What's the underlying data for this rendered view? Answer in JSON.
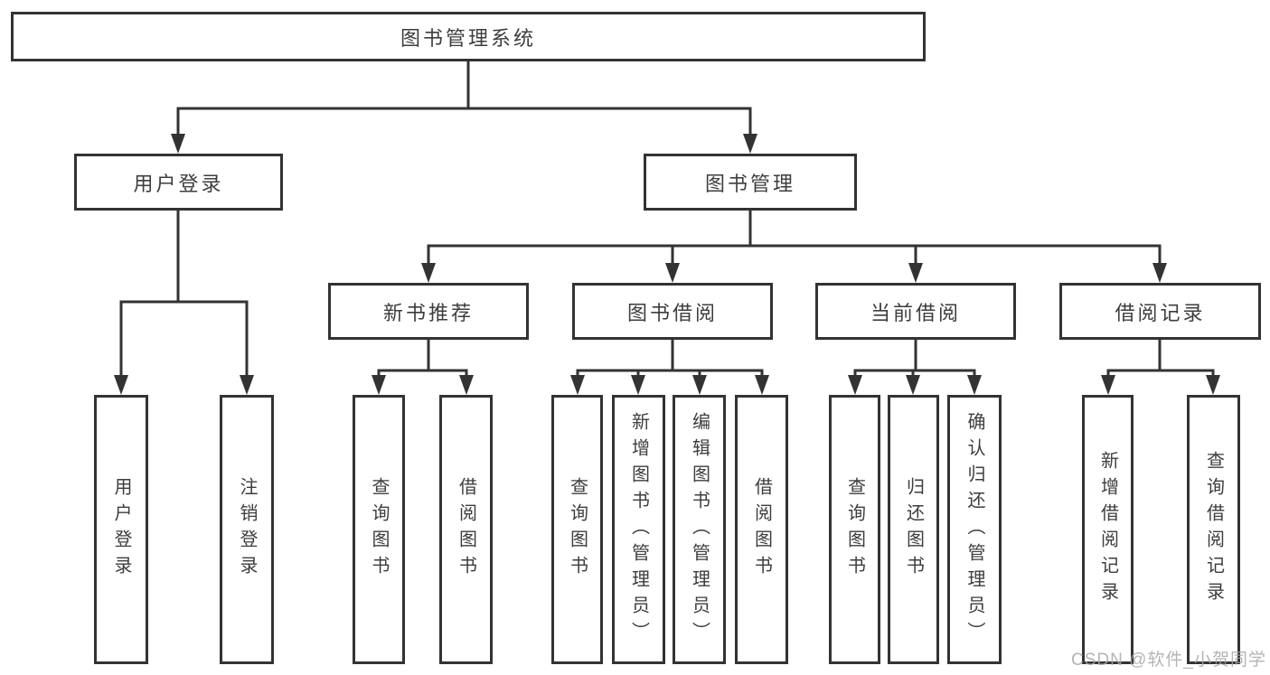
{
  "tree": {
    "root": {
      "label": "图书管理系统",
      "children": [
        {
          "label": "用户登录",
          "children": [
            {
              "label": "用户登录"
            },
            {
              "label": "注销登录"
            }
          ]
        },
        {
          "label": "图书管理",
          "children": [
            {
              "label": "新书推荐",
              "children": [
                {
                  "label": "查询图书"
                },
                {
                  "label": "借阅图书"
                }
              ]
            },
            {
              "label": "图书借阅",
              "children": [
                {
                  "label": "查询图书"
                },
                {
                  "label": "新增图书（管理员）"
                },
                {
                  "label": "编辑图书（管理员）"
                },
                {
                  "label": "借阅图书"
                }
              ]
            },
            {
              "label": "当前借阅",
              "children": [
                {
                  "label": "查询图书"
                },
                {
                  "label": "归还图书"
                },
                {
                  "label": "确认归还（管理员）"
                }
              ]
            },
            {
              "label": "借阅记录",
              "children": [
                {
                  "label": "新增借阅记录"
                },
                {
                  "label": "查询借阅记录"
                }
              ]
            }
          ]
        }
      ]
    }
  },
  "watermark": {
    "text": "CSDN @软件_小贺同学"
  },
  "colors": {
    "line": "#333333",
    "box_border": "#333333",
    "box_fill": "#ffffff",
    "text": "#3d3d3d",
    "watermark": "#a7a7a7"
  }
}
